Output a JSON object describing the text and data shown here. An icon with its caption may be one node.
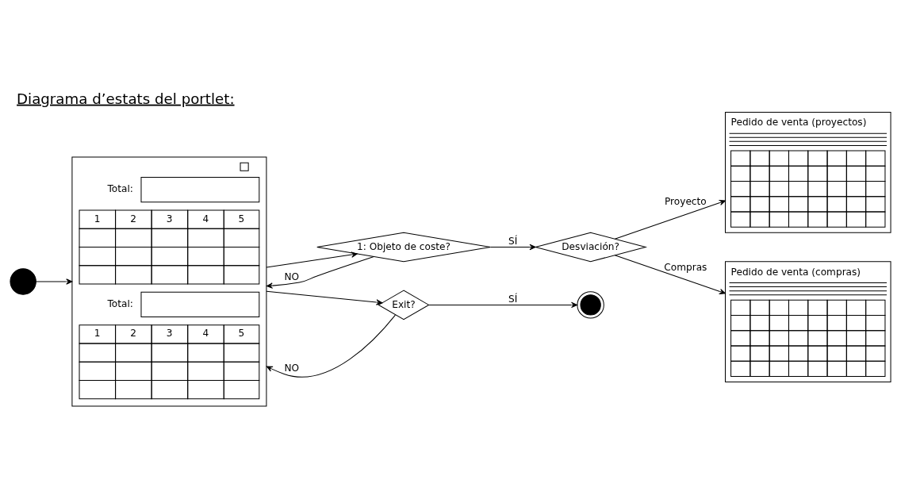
{
  "diagram": {
    "title": "Diagrama d’estats del portlet:",
    "nodes": [
      {
        "text": [],
        "shape": "circle"
      },
      {
        "text": [
          "Total:",
          "1",
          "2",
          "3",
          "4",
          "5",
          "Total:",
          "1",
          "2",
          "3",
          "4",
          "5"
        ]
      },
      {
        "text": [
          "1: Objeto de coste?"
        ]
      },
      {
        "text": [
          "Desviación?"
        ]
      },
      {
        "text": [
          "Pedido de venta (proyectos)"
        ]
      },
      {
        "text": [
          "Pedido de venta (compras)"
        ]
      },
      {
        "text": [
          "Exit?"
        ]
      },
      {
        "text": [],
        "shape": "circle"
      }
    ],
    "edges": [
      {
        "from": 0,
        "to": 1,
        "arrow": "to"
      },
      {
        "from": 1,
        "to": 2,
        "arrow": "to"
      },
      {
        "from": 2,
        "to": 1,
        "arrow": "to",
        "label": "NO"
      },
      {
        "from": 2,
        "to": 3,
        "arrow": "to",
        "label": "SÍ"
      },
      {
        "from": 3,
        "to": 4,
        "arrow": "to",
        "label": "Proyecto"
      },
      {
        "from": 3,
        "to": 5,
        "arrow": "to",
        "label": "Compras"
      },
      {
        "from": 6,
        "to": 1,
        "arrow": "to",
        "label": "NO"
      },
      {
        "from": 1,
        "to": 6,
        "arrow": "to"
      },
      {
        "from": 6,
        "to": 7,
        "arrow": "to",
        "label": "SÍ"
      }
    ]
  }
}
